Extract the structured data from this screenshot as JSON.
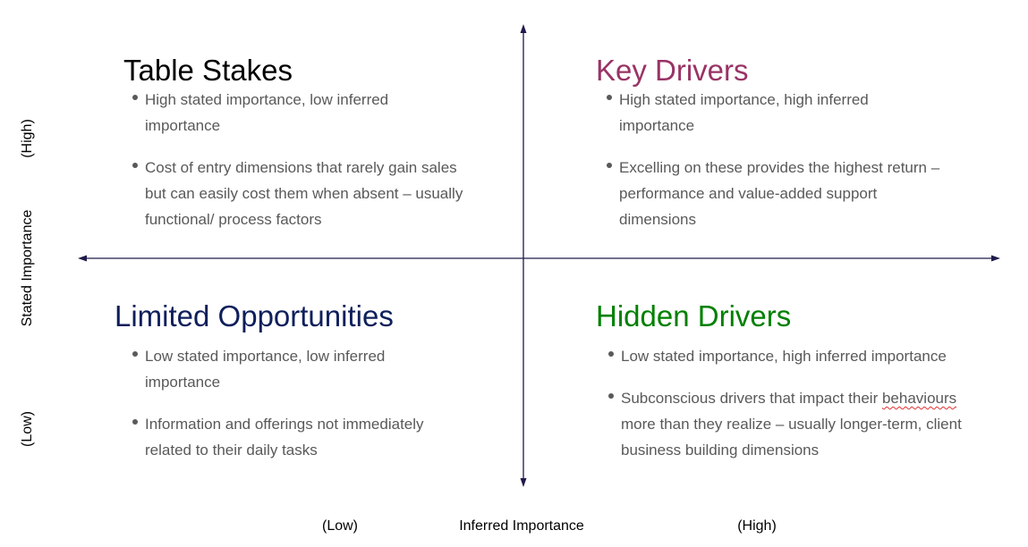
{
  "quadrants": {
    "table_stakes": {
      "title": "Table Stakes",
      "color": "#000000",
      "bullets": [
        "High stated importance, low inferred importance",
        "Cost of entry dimensions that rarely gain sales but can easily cost them when absent – usually functional/ process factors"
      ]
    },
    "key_drivers": {
      "title": "Key Drivers",
      "color": "#993366",
      "bullets": [
        "High stated importance, high inferred importance",
        "Excelling on these provides the highest return – performance and value-added support dimensions"
      ]
    },
    "limited_opportunities": {
      "title": "Limited Opportunities",
      "color": "#0e1f5b",
      "bullets": [
        "Low stated importance, low inferred importance",
        "Information and offerings not immediately related to their daily tasks"
      ]
    },
    "hidden_drivers": {
      "title": "Hidden Drivers",
      "color": "#008000",
      "bullets": [
        "Low stated importance, high inferred importance"
      ],
      "bullet2_word": "behaviours",
      "bullet2_rest": " more than they realize – usually longer-term, client business building dimensions",
      "bullet2_start": "Subconscious drivers that impact their "
    }
  },
  "axes": {
    "y_label": "Stated Importance",
    "y_high": "(High)",
    "y_low": "(Low)",
    "x_label": "Inferred Importance",
    "x_low": "(Low)",
    "x_high": "(High)",
    "color": "#1f1a4a"
  }
}
